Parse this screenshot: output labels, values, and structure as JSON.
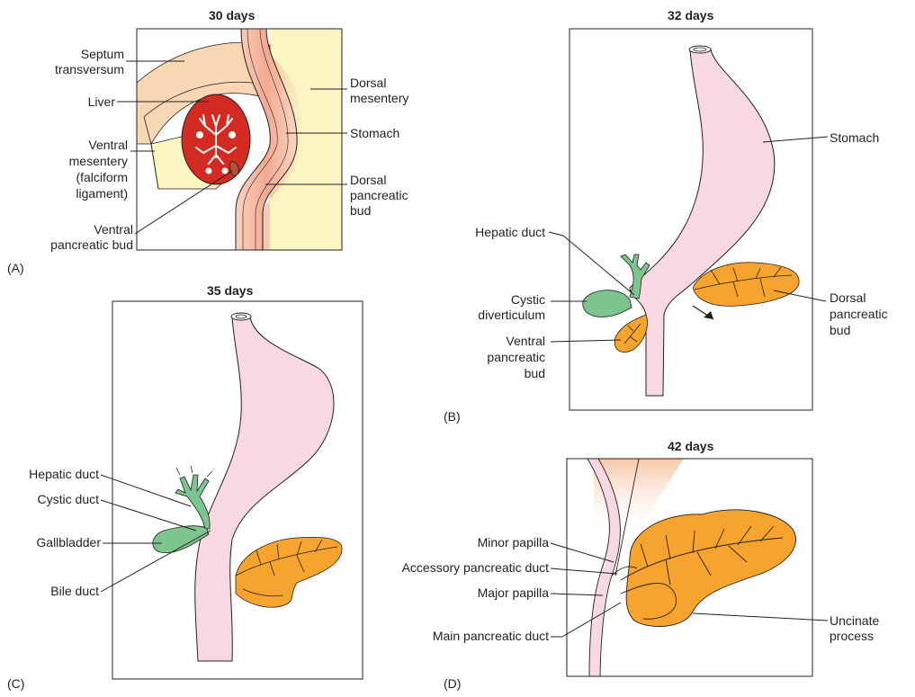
{
  "panels": {
    "a": {
      "title": "30 days",
      "letter": "(A)",
      "labels": {
        "septum_1": "Septum",
        "septum_2": "transversum",
        "liver": "Liver",
        "ventral_mes_1": "Ventral",
        "ventral_mes_2": "mesentery",
        "ventral_mes_3": "(falciform",
        "ventral_mes_4": "ligament)",
        "ventral_bud_1": "Ventral",
        "ventral_bud_2": "pancreatic bud",
        "dorsal_mes_1": "Dorsal",
        "dorsal_mes_2": "mesentery",
        "stomach": "Stomach",
        "dorsal_bud_1": "Dorsal",
        "dorsal_bud_2": "pancreatic",
        "dorsal_bud_3": "bud"
      }
    },
    "b": {
      "title": "32 days",
      "letter": "(B)",
      "labels": {
        "stomach": "Stomach",
        "hepatic_duct": "Hepatic duct",
        "cystic_1": "Cystic",
        "cystic_2": "diverticulum",
        "ventral_1": "Ventral",
        "ventral_2": "pancreatic",
        "ventral_3": "bud",
        "dorsal_1": "Dorsal",
        "dorsal_2": "pancreatic",
        "dorsal_3": "bud"
      }
    },
    "c": {
      "title": "35 days",
      "letter": "(C)",
      "labels": {
        "hepatic_duct": "Hepatic duct",
        "cystic_duct": "Cystic duct",
        "gallbladder": "Gallbladder",
        "bile_duct": "Bile duct"
      }
    },
    "d": {
      "title": "42 days",
      "letter": "(D)",
      "labels": {
        "minor_papilla": "Minor papilla",
        "accessory_duct": "Accessory pancreatic duct",
        "major_papilla": "Major papilla",
        "main_duct": "Main pancreatic duct",
        "uncinate_1": "Uncinate",
        "uncinate_2": "process"
      }
    }
  },
  "colors": {
    "gut_pink": "#f9d9e1",
    "pancreas_orange": "#f7a42e",
    "gallbladder_green": "#7cc58e",
    "liver_red": "#d32a22",
    "septum_beige": "#f8d8b4",
    "mesentery_yellow": "#fbf5c2"
  }
}
